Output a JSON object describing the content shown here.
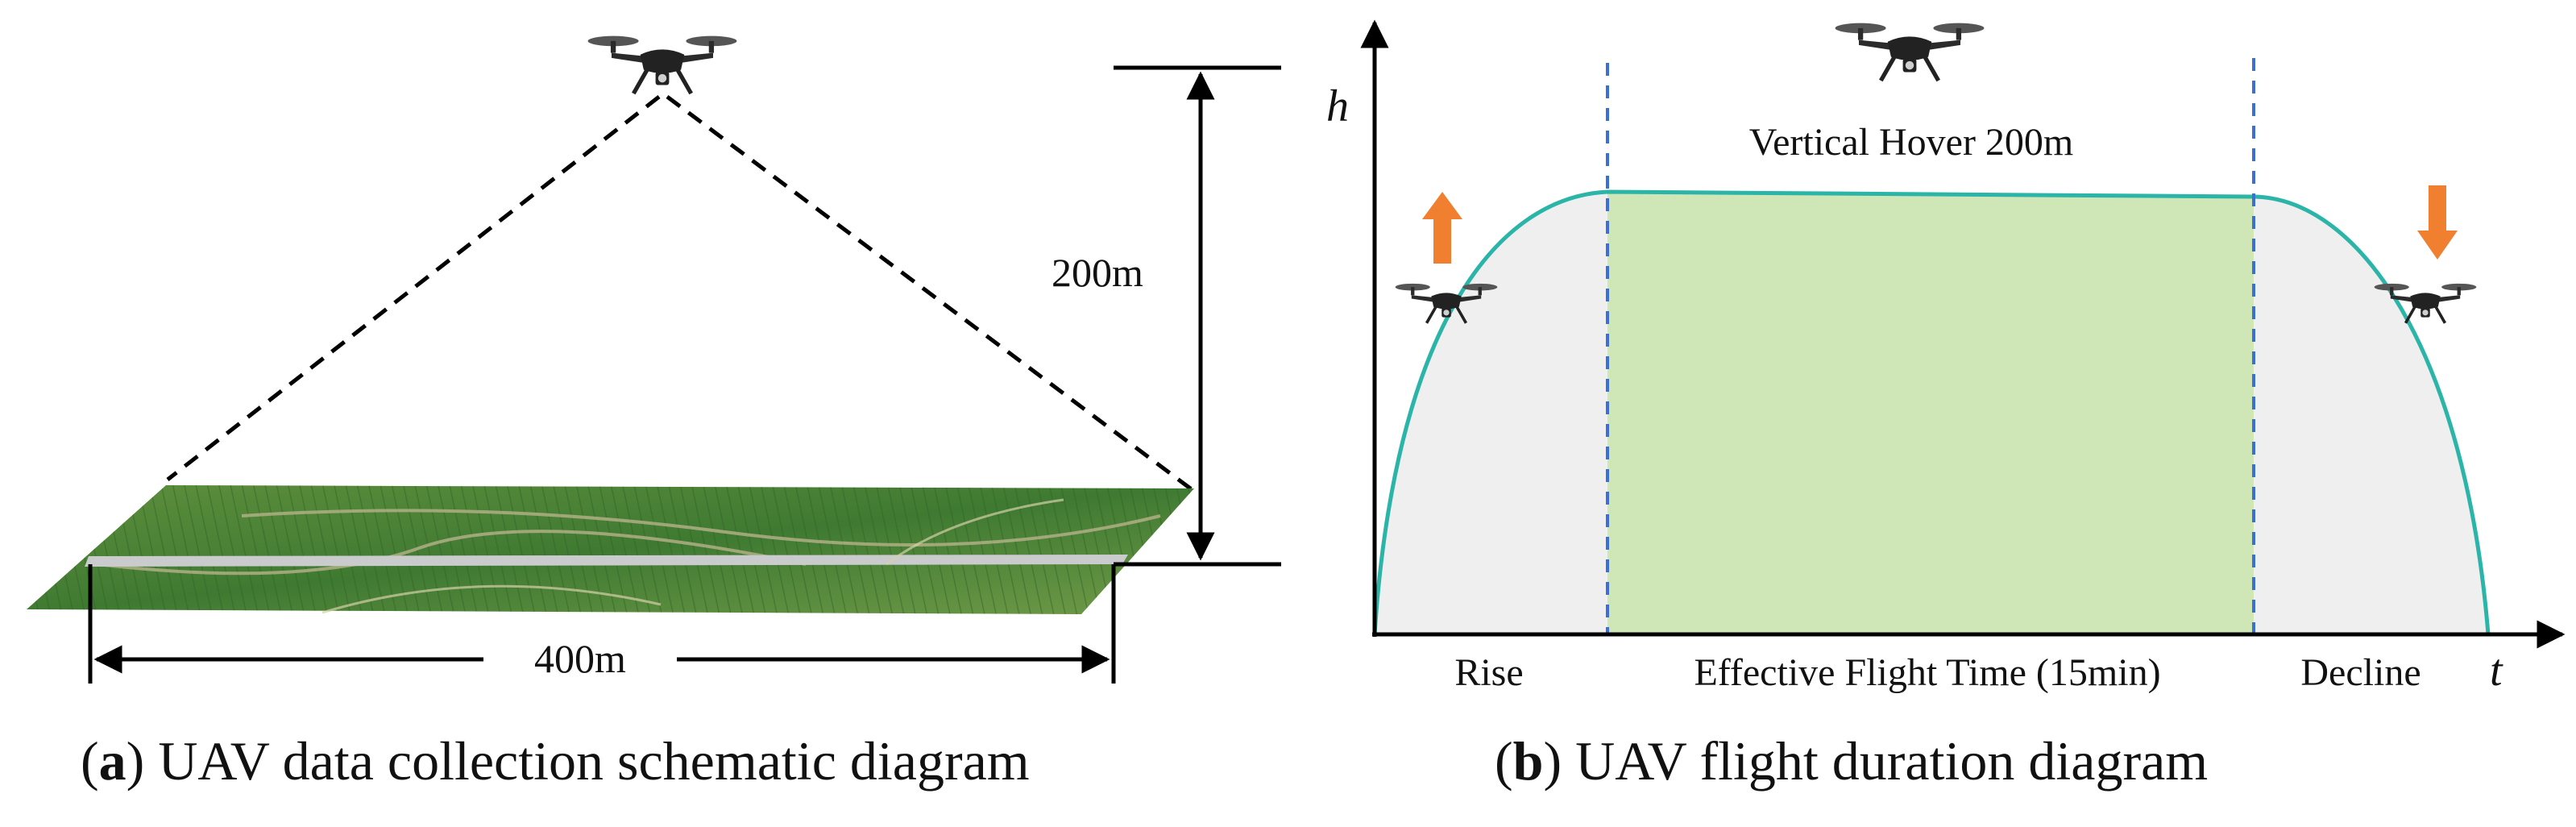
{
  "panel_a": {
    "height_label": "200m",
    "width_label": "400m",
    "caption_letter": "a",
    "caption_text": " UAV data collection schematic diagram"
  },
  "panel_b": {
    "y_axis_label": "h",
    "x_axis_label": "t",
    "hover_label": "Vertical Hover 200m",
    "phase_rise": "Rise",
    "phase_effective": "Effective Flight Time (15min)",
    "phase_decline": "Decline",
    "caption_letter": "b",
    "caption_text": " UAV flight duration diagram"
  },
  "colors": {
    "curve": "#2bb5a8",
    "effective_fill": "#cfe6b6",
    "phase_fill": "#efefef",
    "dashed_divider": "#3b6fd4",
    "arrow": "#f08030",
    "drone": "#2b2b2b"
  },
  "icons": [
    "drone-icon",
    "up-arrow-icon",
    "down-arrow-icon"
  ]
}
